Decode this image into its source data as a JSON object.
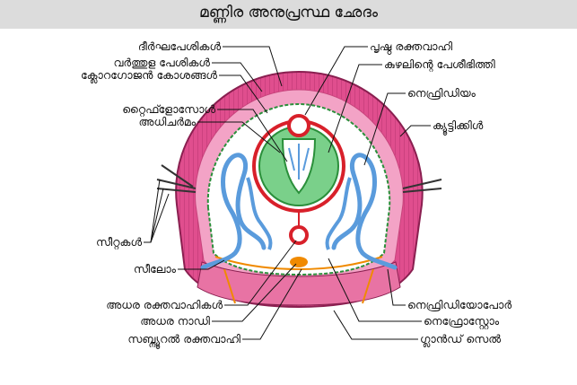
{
  "title": "മണ്ണിര അനുപ്രസ്ഥ ഛേദം",
  "labels": {
    "longitudinal_muscles": "ദീർഘപേശികൾ",
    "circular_muscles": "വർത്തുള പേശികൾ",
    "chloragogen_cells": "ക്ലോറഗോജൻ കോശങ്ങൾ",
    "typhlosole": "റ്റൈഫ്ളോസോൾ",
    "epidermis": "അധിചർമം",
    "setae": "സീറ്റകൾ",
    "coelom": "സീലോം",
    "ventral_vessels": "അധര രക്തവാഹികൾ",
    "ventral_nerve": "അധര നാഡി",
    "subneural_vessel": "സബ്ന്യൂറൽ രക്തവാഹി",
    "dorsal_vessel": "പൃഷ്ഠ രക്തവാഹി",
    "intestine_muscle_wall": "കുഴലിന്റെ പേശീഭിത്തി",
    "nephridium": "നെഫ്രിഡിയം",
    "cuticle": "ക്യൂട്ടിക്കിൾ",
    "nephridiopore": "നെഫ്രിഡിയോപോർ",
    "nephrostome": "നെഫ്രോസ്റ്റോം",
    "gland_cell": "ഗ്ലാൻഡ് സെൽ"
  }
}
